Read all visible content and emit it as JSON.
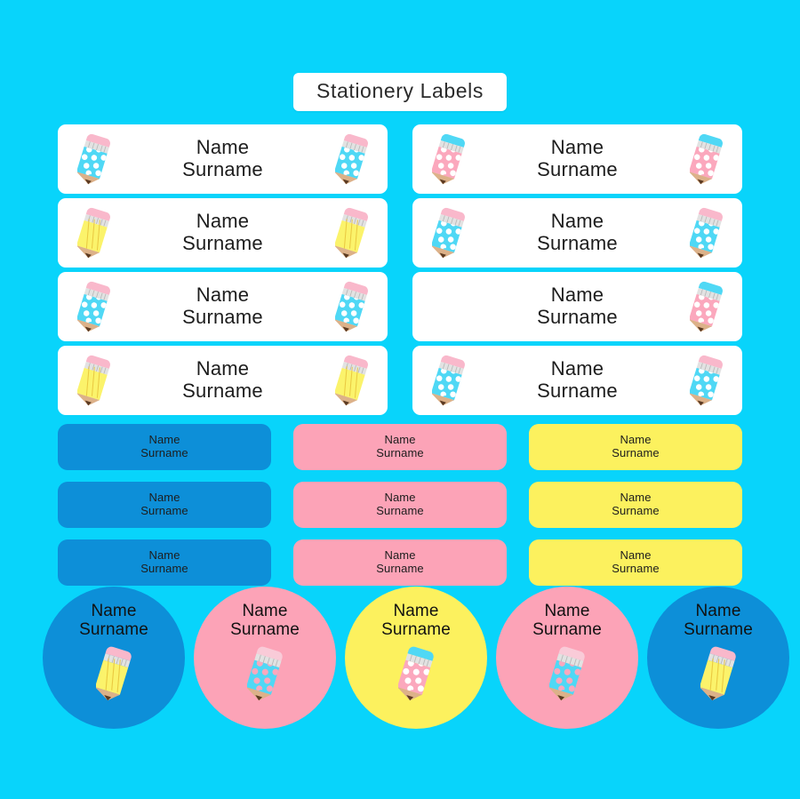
{
  "page": {
    "background_color": "#08d4fb",
    "title": "Stationery Labels",
    "name_line1": "Name",
    "name_line2": "Surname"
  },
  "palette": {
    "background_cyan": "#08d4fb",
    "label_white": "#ffffff",
    "pill_blue": "#0d8fd8",
    "pill_pink": "#fca3b7",
    "pill_yellow": "#fcf15e",
    "circle_blue": "#0d8fd8",
    "circle_pink": "#fca3b7",
    "circle_yellow": "#fcf15e",
    "pencil_cyan": "#4fd8f5",
    "pencil_pink": "#fba8bd",
    "pencil_yellow": "#fbf36b",
    "eraser_pink": "#f9b8cb",
    "eraser_cyan": "#4fd8f5",
    "ferrule_silver": "#e2e2e2",
    "wood_tan": "#dcb189",
    "graphite": "#5b3a22",
    "text_dark": "#1d1d1d"
  },
  "rect_labels": [
    {
      "id": "rect-1",
      "name_line1": "Name",
      "name_line2": "Surname",
      "left_pencil": "cyan-dotted",
      "right_pencil": "cyan-dotted"
    },
    {
      "id": "rect-2",
      "name_line1": "Name",
      "name_line2": "Surname",
      "left_pencil": "pink-dotted",
      "right_pencil": "pink-dotted"
    },
    {
      "id": "rect-3",
      "name_line1": "Name",
      "name_line2": "Surname",
      "left_pencil": "yellow-striped",
      "right_pencil": "yellow-striped"
    },
    {
      "id": "rect-4",
      "name_line1": "Name",
      "name_line2": "Surname",
      "left_pencil": "cyan-dotted",
      "right_pencil": "cyan-dotted"
    },
    {
      "id": "rect-5",
      "name_line1": "Name",
      "name_line2": "Surname",
      "left_pencil": "cyan-dotted",
      "right_pencil": "cyan-dotted"
    },
    {
      "id": "rect-6",
      "name_line1": "Name",
      "name_line2": "Surname",
      "left_pencil": "none",
      "right_pencil": "pink-dotted"
    },
    {
      "id": "rect-7",
      "name_line1": "Name",
      "name_line2": "Surname",
      "left_pencil": "yellow-striped",
      "right_pencil": "yellow-striped"
    },
    {
      "id": "rect-8",
      "name_line1": "Name",
      "name_line2": "Surname",
      "left_pencil": "cyan-dotted",
      "right_pencil": "cyan-dotted"
    }
  ],
  "pill_labels": [
    {
      "id": "pill-1",
      "name_line1": "Name",
      "name_line2": "Surname",
      "color": "#0d8fd8"
    },
    {
      "id": "pill-2",
      "name_line1": "Name",
      "name_line2": "Surname",
      "color": "#fca3b7"
    },
    {
      "id": "pill-3",
      "name_line1": "Name",
      "name_line2": "Surname",
      "color": "#fcf15e"
    },
    {
      "id": "pill-4",
      "name_line1": "Name",
      "name_line2": "Surname",
      "color": "#0d8fd8"
    },
    {
      "id": "pill-5",
      "name_line1": "Name",
      "name_line2": "Surname",
      "color": "#fca3b7"
    },
    {
      "id": "pill-6",
      "name_line1": "Name",
      "name_line2": "Surname",
      "color": "#fcf15e"
    },
    {
      "id": "pill-7",
      "name_line1": "Name",
      "name_line2": "Surname",
      "color": "#0d8fd8"
    },
    {
      "id": "pill-8",
      "name_line1": "Name",
      "name_line2": "Surname",
      "color": "#fca3b7"
    },
    {
      "id": "pill-9",
      "name_line1": "Name",
      "name_line2": "Surname",
      "color": "#fcf15e"
    }
  ],
  "circle_labels": [
    {
      "id": "circle-1",
      "name_line1": "Name",
      "name_line2": "Surname",
      "color": "#0d8fd8",
      "pencil": "yellow-striped"
    },
    {
      "id": "circle-2",
      "name_line1": "Name",
      "name_line2": "Surname",
      "color": "#fca3b7",
      "pencil": "cyan-pinkdot"
    },
    {
      "id": "circle-3",
      "name_line1": "Name",
      "name_line2": "Surname",
      "color": "#fcf15e",
      "pencil": "pink-whitedot-cyaneraser"
    },
    {
      "id": "circle-4",
      "name_line1": "Name",
      "name_line2": "Surname",
      "color": "#fca3b7",
      "pencil": "cyan-pinkdot"
    },
    {
      "id": "circle-5",
      "name_line1": "Name",
      "name_line2": "Surname",
      "color": "#0d8fd8",
      "pencil": "yellow-striped"
    }
  ]
}
